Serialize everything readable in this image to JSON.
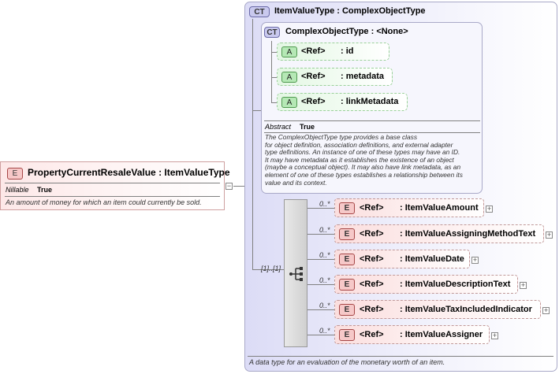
{
  "root": {
    "badge": "E",
    "name": "PropertyCurrentResaleValue",
    "type": ": ItemValueType",
    "prop_label": "Nillable",
    "prop_value": "True",
    "doc": "An amount of money for which an item could currently be sold."
  },
  "complex_type": {
    "badge": "CT",
    "title": "ItemValueType : ComplexObjectType",
    "doc": "A data type for an evaluation of the monetary worth of an item."
  },
  "base_type": {
    "badge": "CT",
    "title": "ComplexObjectType : <None>",
    "prop_label": "Abstract",
    "prop_value": "True",
    "doc_lines": [
      "The ComplexObjectType type provides a base class",
      "for object definition, association definitions, and external adapter",
      "type definitions. An instance of one of these types may have an ID.",
      "It may have metadata as it establishes the existence of an object",
      "(maybe a conceptual object). It may also have link metadata, as an",
      "element of one of these types establishes a relationship between its",
      "value and its context."
    ]
  },
  "attributes": [
    {
      "badge": "A",
      "ref": "<Ref>",
      "name": ": id"
    },
    {
      "badge": "A",
      "ref": "<Ref>",
      "name": ": metadata"
    },
    {
      "badge": "A",
      "ref": "<Ref>",
      "name": ": linkMetadata"
    }
  ],
  "sequence": {
    "multiplicity": "[1]..[1]"
  },
  "elements": [
    {
      "badge": "E",
      "ref": "<Ref>",
      "name": ": ItemValueAmount",
      "mult": "0..*"
    },
    {
      "badge": "E",
      "ref": "<Ref>",
      "name": ": ItemValueAssigningMethodText",
      "mult": "0..*"
    },
    {
      "badge": "E",
      "ref": "<Ref>",
      "name": ": ItemValueDate",
      "mult": "0..*"
    },
    {
      "badge": "E",
      "ref": "<Ref>",
      "name": ": ItemValueDescriptionText",
      "mult": "0..*"
    },
    {
      "badge": "E",
      "ref": "<Ref>",
      "name": ": ItemValueTaxIncludedIndicator",
      "mult": "0..*"
    },
    {
      "badge": "E",
      "ref": "<Ref>",
      "name": ": ItemValueAssigner",
      "mult": "0..*"
    }
  ]
}
